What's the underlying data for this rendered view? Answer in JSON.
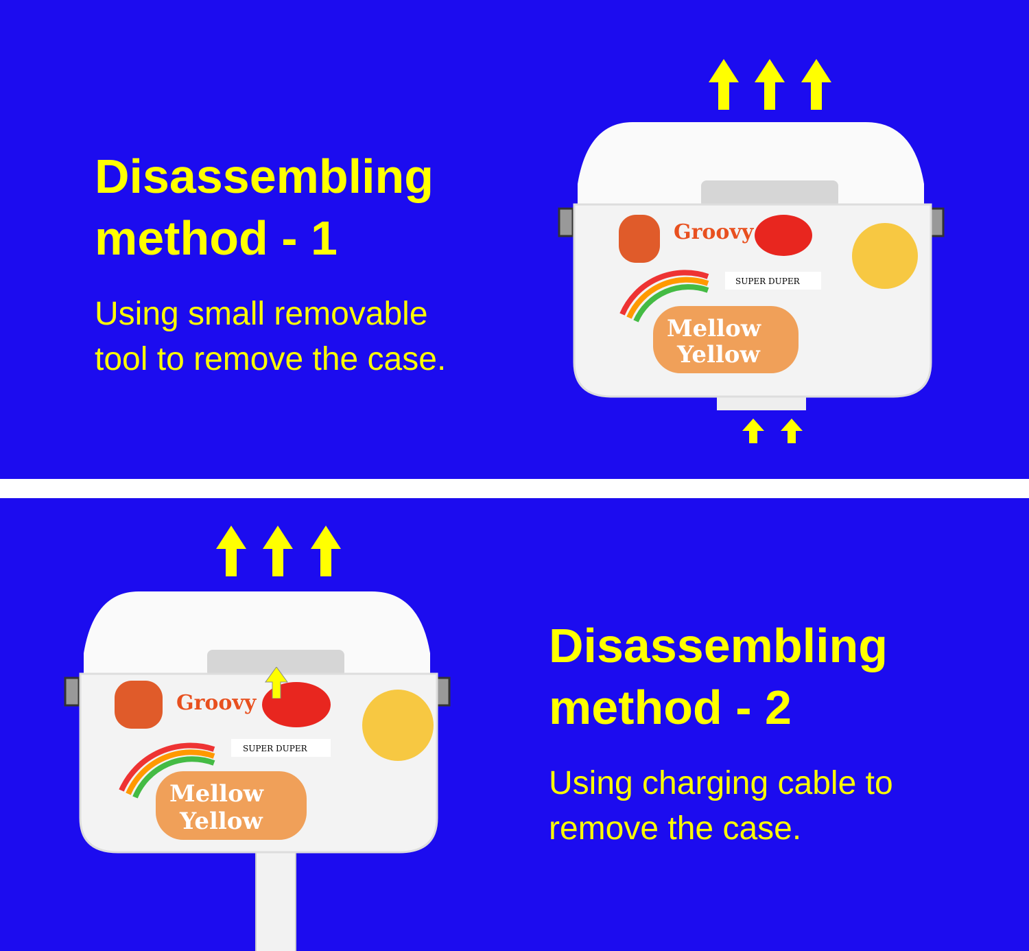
{
  "colors": {
    "background": "#1c0cef",
    "accent": "#ffff00",
    "divider": "#ffffff"
  },
  "method1": {
    "heading_line1": "Disassembling",
    "heading_line2": "method - 1",
    "desc_line1": "Using small removable",
    "desc_line2": "tool to remove the case."
  },
  "method2": {
    "heading_line1": "Disassembling",
    "heading_line2": "method - 2",
    "desc_line1": "Using charging cable to",
    "desc_line2": "remove the case."
  },
  "stickers": {
    "groovy": "Groovy",
    "super_duper": "SUPER  DUPER",
    "mellow": "Mellow",
    "yellow": "Yellow"
  }
}
